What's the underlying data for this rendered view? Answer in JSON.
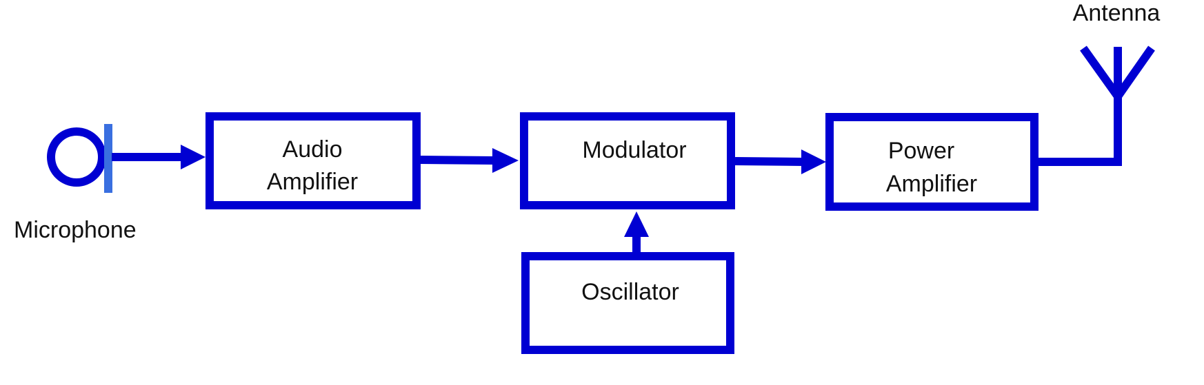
{
  "colors": {
    "stroke": "#0000d2",
    "microphone_diaphragm": "#3a6fe0",
    "text": "#111111",
    "background": "#ffffff"
  },
  "labels": {
    "microphone": "Microphone",
    "antenna": "Antenna"
  },
  "blocks": {
    "audio_amplifier": {
      "line1": "Audio",
      "line2": "Amplifier"
    },
    "modulator": {
      "line1": "Modulator"
    },
    "oscillator": {
      "line1": "Oscillator"
    },
    "power_amplifier": {
      "line1": "Power",
      "line2": "Amplifier"
    }
  },
  "icons": {
    "microphone": "microphone-icon",
    "antenna": "antenna-icon"
  }
}
